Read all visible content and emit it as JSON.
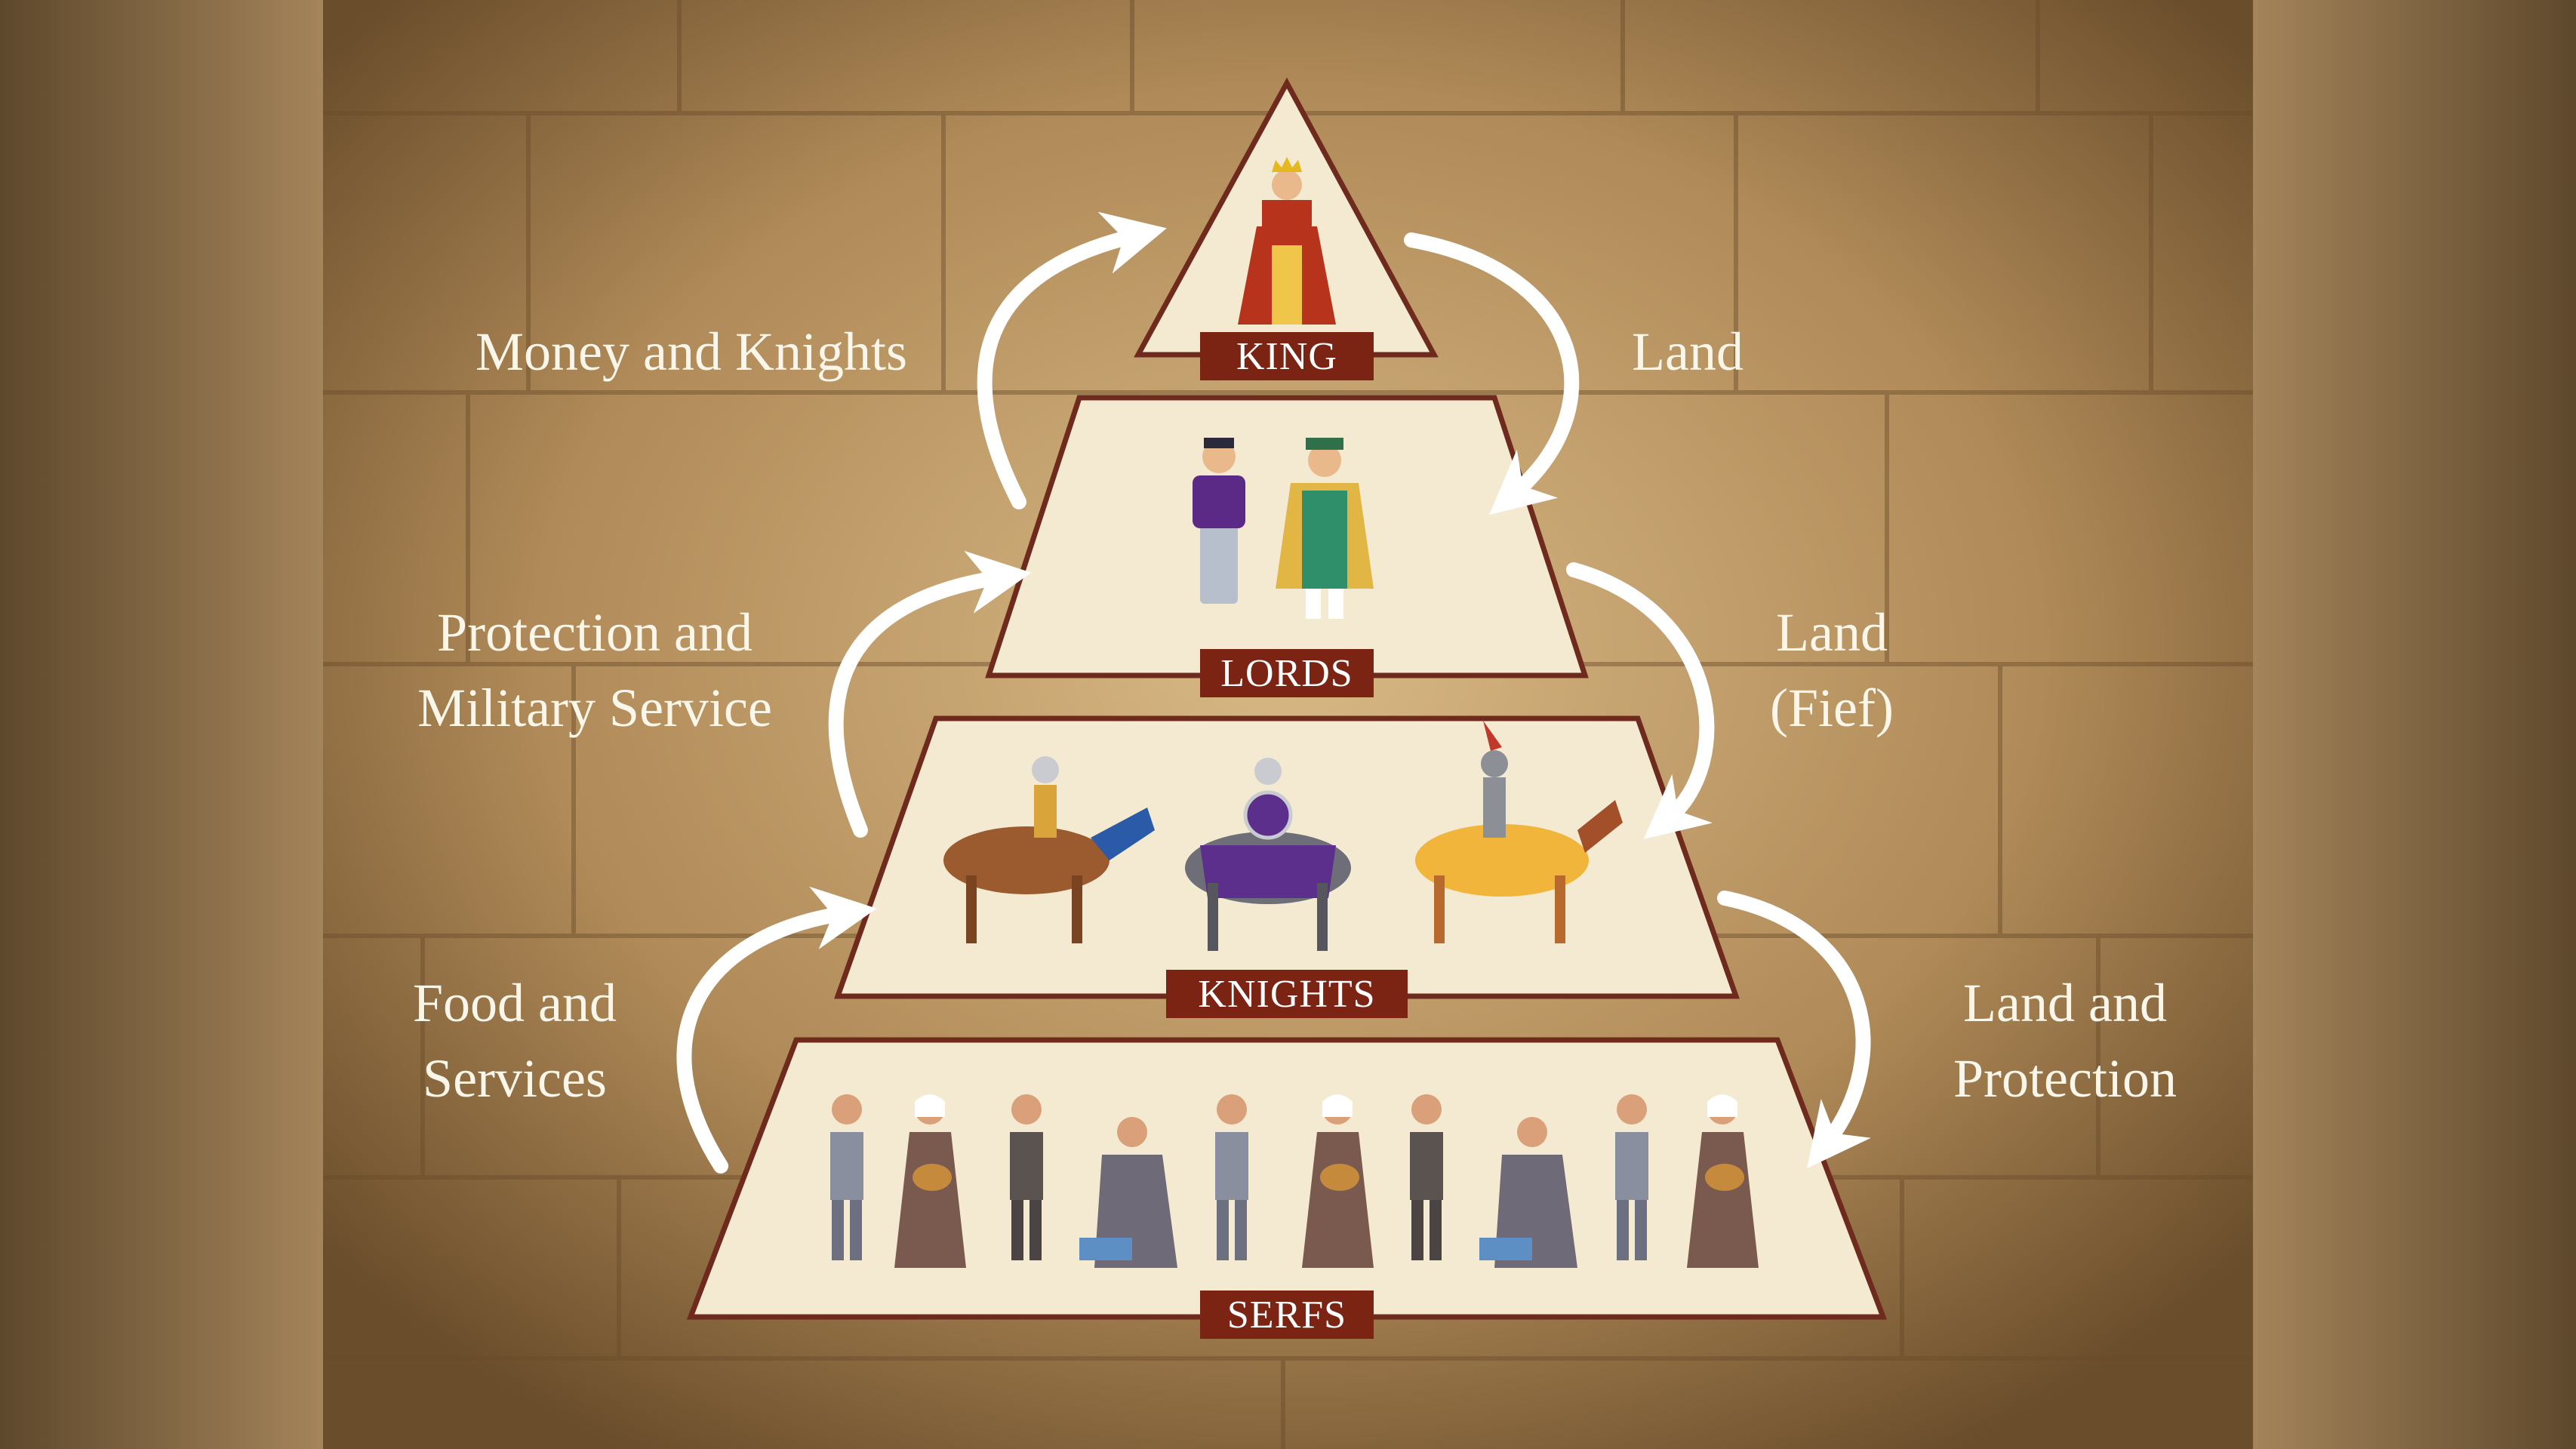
{
  "colors": {
    "side_panel": "#8a6a44",
    "wall_light": "#c9a775",
    "wall_dark": "#7a5a33",
    "tier_fill": "#f4ead2",
    "tier_stroke": "#6e2a1c",
    "label_box": "#7b2414",
    "arrow": "#ffffff",
    "text": "#fbf6ea"
  },
  "tiers": {
    "king": "KING",
    "lords": "LORDS",
    "knights": "KNIGHTS",
    "serfs": "SERFS"
  },
  "arrows_left": {
    "top": "Money and Knights",
    "middle_line1": "Protection and",
    "middle_line2": "Military Service",
    "bottom_line1": "Food and",
    "bottom_line2": "Services"
  },
  "arrows_right": {
    "top": "Land",
    "middle_line1": "Land",
    "middle_line2": "(Fief)",
    "bottom_line1": "Land and",
    "bottom_line2": "Protection"
  },
  "figures": {
    "king": "king-figure",
    "lords": [
      "lord-figure",
      "lord-figure"
    ],
    "knights": [
      "knight-on-brown-horse",
      "knight-on-grey-horse",
      "knight-on-chestnut-horse"
    ],
    "serfs": [
      "serf-man-with-goat",
      "serf-woman-with-basket",
      "serf-man",
      "serf-woman-washing"
    ]
  }
}
